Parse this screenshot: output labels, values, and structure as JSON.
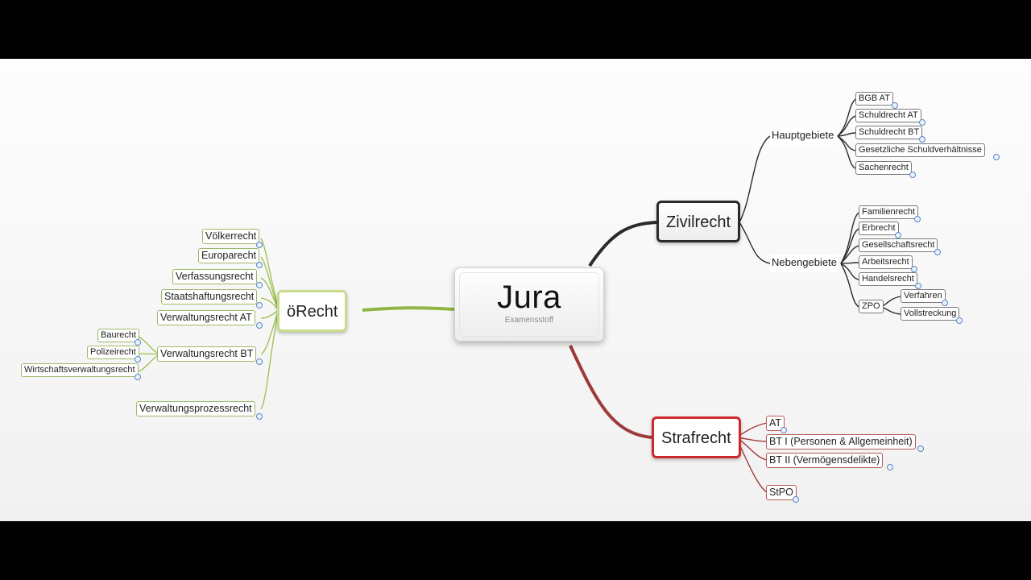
{
  "root": {
    "title": "Jura",
    "subtitle": "Examensstoff"
  },
  "branches": {
    "oerecht": {
      "label": "öRecht",
      "children": [
        "Völkerrecht",
        "Europarecht",
        "Verfassungsrecht",
        "Staatshaftungsrecht",
        "Verwaltungsrecht AT",
        "Verwaltungsrecht BT",
        "Verwaltungsprozessrecht"
      ],
      "bt_children": [
        "Baurecht",
        "Polizeirecht",
        "Wirtschaftsverwaltungsrecht"
      ]
    },
    "zivilrecht": {
      "label": "Zivilrecht",
      "hauptgebiete": {
        "label": "Hauptgebiete",
        "children": [
          "BGB AT",
          "Schuldrecht AT",
          "Schuldrecht BT",
          "Gesetzliche Schuldverhältnisse",
          "Sachenrecht"
        ]
      },
      "nebengebiete": {
        "label": "Nebengebiete",
        "children": [
          "Familienrecht",
          "Erbrecht",
          "Gesellschaftsrecht",
          "Arbeitsrecht",
          "Handelsrecht",
          "ZPO"
        ]
      },
      "zpo_children": [
        "Verfahren",
        "Vollstreckung"
      ]
    },
    "strafrecht": {
      "label": "Strafrecht",
      "children": [
        "AT",
        "BT I (Personen & Allgemeinheit)",
        "BT II (Vermögensdelikte)",
        "StPO"
      ]
    }
  },
  "colors": {
    "oerecht": "#9bbf4a",
    "zivilrecht": "#2b2b2b",
    "strafrecht": "#a33a3a",
    "background": "#f6f6f6",
    "letterbox": "#000000"
  }
}
